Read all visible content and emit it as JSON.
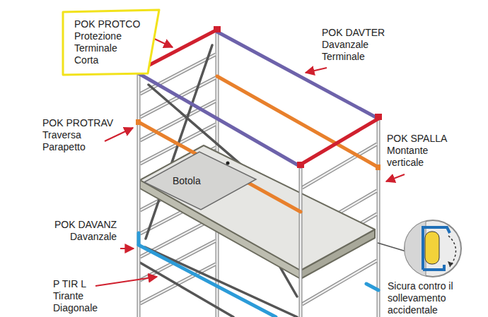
{
  "diagram": {
    "nodes": [
      {
        "text": [
          "POK PROTCO",
          "Protezione Terminale Corta"
        ]
      },
      {
        "text": [
          "Botola"
        ]
      }
    ],
    "labels": [
      "POK DAVTER",
      "Davanzale Terminale",
      "POK PROTRAV",
      "Traversa Parapetto",
      "POK SPALLA",
      "Montante verticale",
      "POK DAVANZ",
      "Davanzale",
      "P TIR L",
      "Tirante Diagonale",
      "Sicura contro il sollevamento accidentale"
    ]
  }
}
